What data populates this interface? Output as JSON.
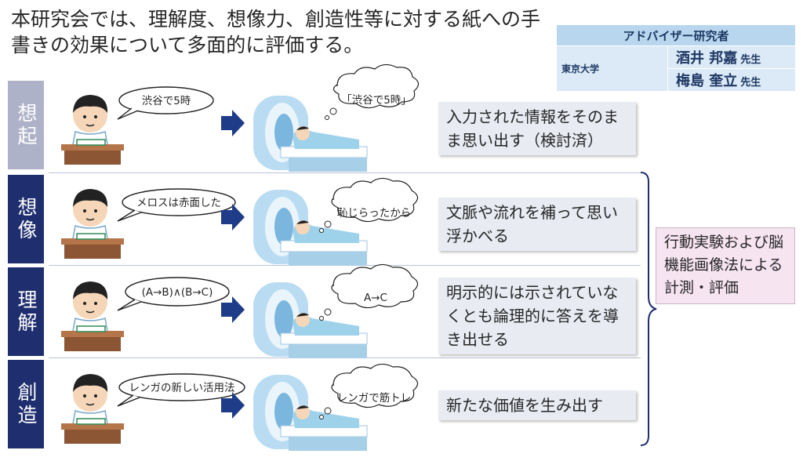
{
  "title": "本研究会では、理解度、想像力、創造性等に対する紙への手書きの効果について多面的に評価する。",
  "advisor": {
    "header": "アドバイザー研究者",
    "organization": "東京大学",
    "names": [
      {
        "name": "酒井 邦嘉",
        "honorific": "先生"
      },
      {
        "name": "梅島 奎立",
        "honorific": "先生"
      }
    ]
  },
  "rows": [
    {
      "label": "想起",
      "active": false,
      "speech": "渋谷で5時",
      "thought": "「渋谷で5時」",
      "description": "入力された情報をそのまま思い出す（検討済）"
    },
    {
      "label": "想像",
      "active": true,
      "speech": "メロスは赤面した",
      "thought": "恥じらったから",
      "description": "文脈や流れを補って思い浮かべる"
    },
    {
      "label": "理解",
      "active": true,
      "speech": "(A→B)∧(B→C)",
      "thought": "A→C",
      "description": "明示的には示されていなくとも論理的に答えを導き出せる"
    },
    {
      "label": "創造",
      "active": true,
      "speech": "レンガの新しい活用法",
      "thought": "レンガで筋トレ",
      "description": "新たな価値を生み出す"
    }
  ],
  "evaluation": "行動実験および脳機能画像法による計測・評価",
  "colors": {
    "active_label": "#1f2e6e",
    "inactive_label": "#aeb2c9",
    "arrow": "#1f3c88",
    "description_bg": "#e8ebf2",
    "evaluation_bg": "#f6e4f0",
    "advisor_header": "#b8d7ee"
  }
}
